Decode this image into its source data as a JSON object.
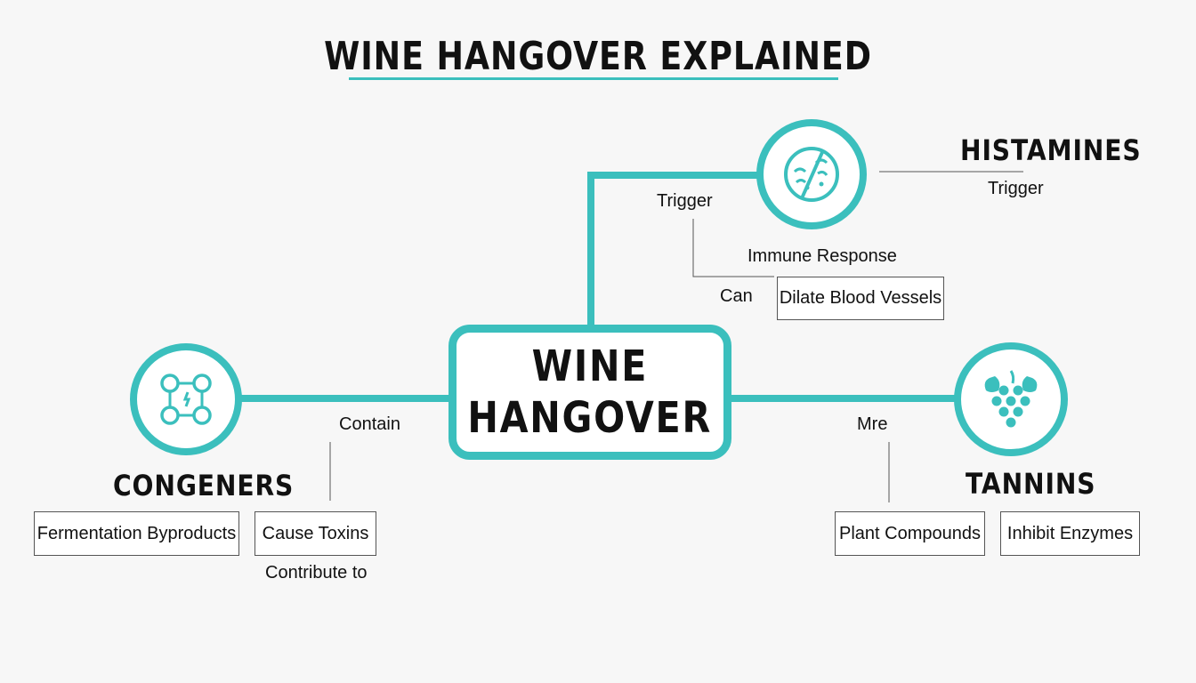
{
  "title": "WINE HANGOVER EXPLAINED",
  "center": {
    "line1": "WINE",
    "line2": "HANGOVER"
  },
  "histamines": {
    "title": "HISTAMINES",
    "subtitle": "Trigger",
    "edge_label": "Trigger",
    "immune": "Immune Response",
    "can": "Can",
    "box": "Dilate Blood Vessels",
    "icon": "no-pollen-icon"
  },
  "congeners": {
    "title": "CONGENERS",
    "edge_label": "Contain",
    "box1": "Fermentation Byproducts",
    "box2": "Cause Toxins",
    "note": "Contribute to",
    "icon": "molecule-icon"
  },
  "tannins": {
    "title": "TANNINS",
    "edge_label": "Mre",
    "box1": "Plant Compounds",
    "box2": "Inhibit Enzymes",
    "icon": "grapes-icon"
  },
  "colors": {
    "accent": "#3bbfbd",
    "text": "#111111",
    "background": "#f7f7f7"
  }
}
